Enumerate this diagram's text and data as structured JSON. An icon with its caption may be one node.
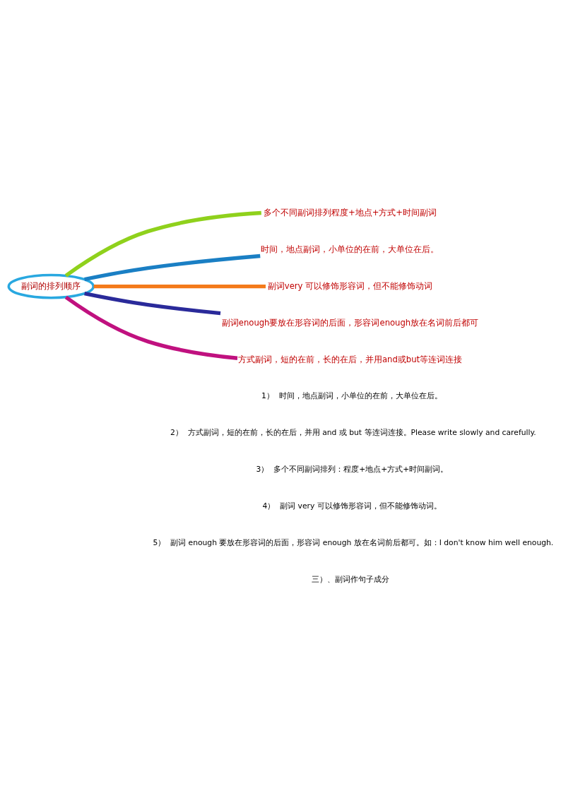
{
  "diagram": {
    "nodes": [
      {
        "text": [
          "副词的排列顺序"
        ]
      },
      {
        "text": [
          "多个不同副词排列程度+地点+方式+时间副词"
        ]
      },
      {
        "text": [
          "时间，地点副词，小单位的在前，大单位在后。"
        ]
      },
      {
        "text": [
          "副词very 可以修饰形容词，但不能修饰动词"
        ]
      },
      {
        "text": [
          "副词enough要放在形容词的后面，形容词enough放在名词前后都可"
        ]
      },
      {
        "text": [
          "方式副词，短的在前，长的在后，并用and或but等连词连接"
        ]
      }
    ],
    "edges": [
      {
        "from": 0,
        "to": 1,
        "arrow": "none",
        "color": "#8fd11c"
      },
      {
        "from": 0,
        "to": 2,
        "arrow": "none",
        "color": "#1a7fc4"
      },
      {
        "from": 0,
        "to": 3,
        "arrow": "none",
        "color": "#f47a1a"
      },
      {
        "from": 0,
        "to": 4,
        "arrow": "none",
        "color": "#2a2a9a"
      },
      {
        "from": 0,
        "to": 5,
        "arrow": "none",
        "color": "#c0117f"
      }
    ],
    "labels": [
      "1）  时间，地点副词，小单位的在前，大单位在后。",
      "2）  方式副词，短的在前，长的在后，并用 and 或 but 等连词连接。Please write slowly and carefully.",
      "3）  多个不同副词排列：程度+地点+方式+时间副词。",
      "4）  副词 very 可以修饰形容词，但不能修饰动词。",
      "5）  副词 enough 要放在形容词的后面，形容词 enough 放在名词前后都可。如：I don't know him well enough.",
      "三）、副词作句子成分"
    ]
  }
}
